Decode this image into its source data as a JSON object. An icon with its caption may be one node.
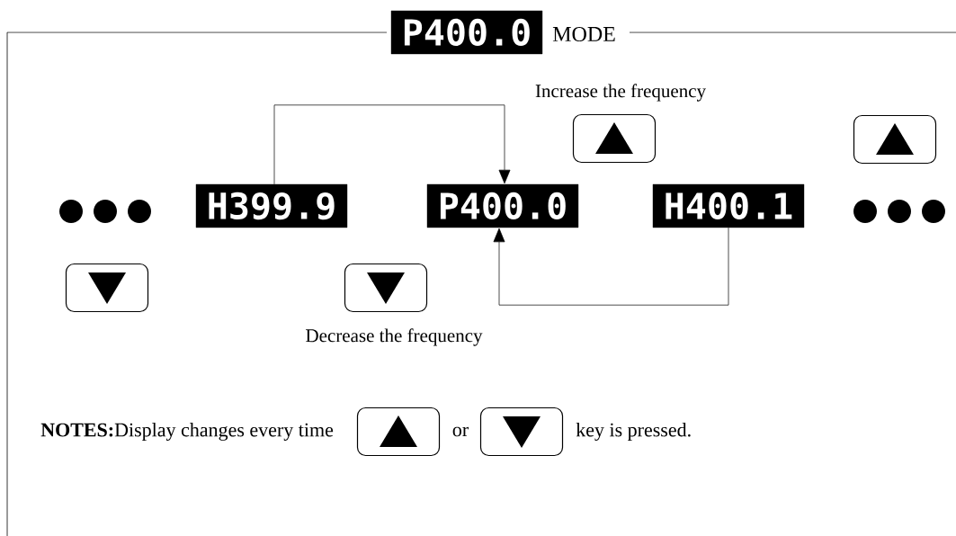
{
  "diagram": {
    "nodes": [
      {
        "text": [
          "MODE"
        ]
      },
      {
        "text": [
          "P400.0"
        ]
      },
      {
        "text": [
          "H399.9"
        ],
        "in": 0
      },
      {
        "text": [
          "P400.0"
        ],
        "in": 0
      },
      {
        "text": [
          "H400.1"
        ],
        "in": 0
      }
    ],
    "edges": [
      {
        "from": 2,
        "to": 3,
        "arrow": "to"
      },
      {
        "from": 4,
        "to": 3,
        "arrow": "to"
      }
    ],
    "labels": [
      "Increase the frequency",
      "Decrease the frequency",
      "**NOTES:**Display changes every time",
      "or",
      "key is pressed."
    ]
  }
}
